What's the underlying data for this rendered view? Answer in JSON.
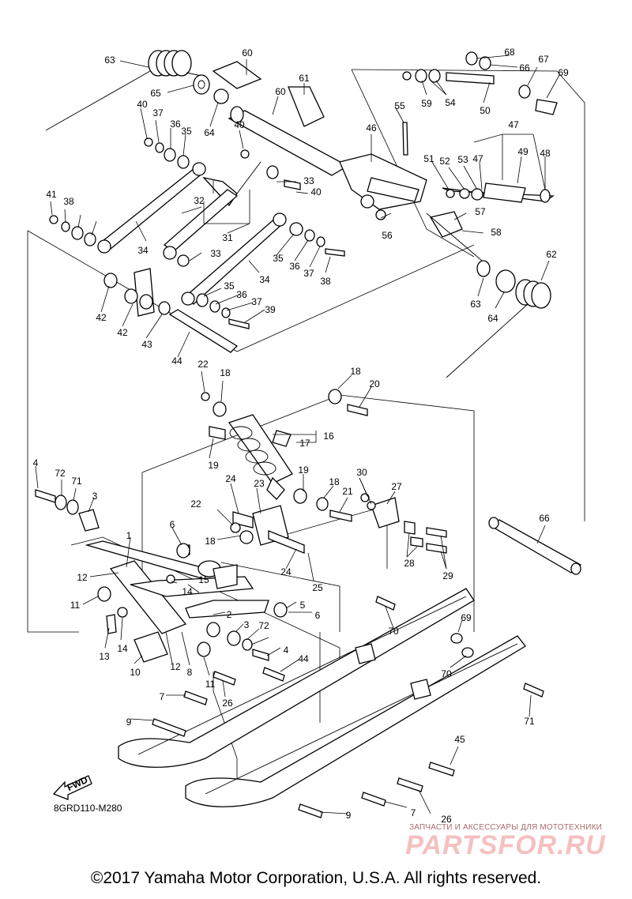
{
  "diagram": {
    "reference_code": "8GRD110-M280",
    "fwd_badge": "FWD",
    "callouts": [
      "1",
      "2",
      "3",
      "3",
      "4",
      "4",
      "5",
      "6",
      "6",
      "7",
      "7",
      "8",
      "9",
      "9",
      "10",
      "11",
      "11",
      "12",
      "12",
      "13",
      "14",
      "14",
      "15",
      "16",
      "17",
      "18",
      "18",
      "18",
      "18",
      "19",
      "19",
      "20",
      "21",
      "22",
      "22",
      "23",
      "24",
      "24",
      "25",
      "26",
      "26",
      "27",
      "28",
      "29",
      "30",
      "31",
      "32",
      "33",
      "33",
      "34",
      "34",
      "35",
      "35",
      "35",
      "36",
      "36",
      "36",
      "37",
      "37",
      "37",
      "38",
      "38",
      "39",
      "40",
      "40",
      "40",
      "41",
      "42",
      "42",
      "43",
      "44",
      "44",
      "45",
      "46",
      "47",
      "47",
      "48",
      "49",
      "50",
      "51",
      "52",
      "53",
      "54",
      "55",
      "56",
      "57",
      "58",
      "59",
      "60",
      "60",
      "61",
      "62",
      "63",
      "63",
      "64",
      "64",
      "65",
      "66",
      "66",
      "67",
      "68",
      "69",
      "69",
      "70",
      "70",
      "71",
      "71",
      "72",
      "72"
    ]
  },
  "watermark": {
    "caption": "ЗАПЧАСТИ И АКСЕССУАРЫ ДЛЯ МОТОТЕХНИКИ",
    "logo": "PARTSFOR.RU"
  },
  "footer": {
    "copyright": "©2017 Yamaha Motor Corporation, U.S.A. All rights reserved."
  }
}
